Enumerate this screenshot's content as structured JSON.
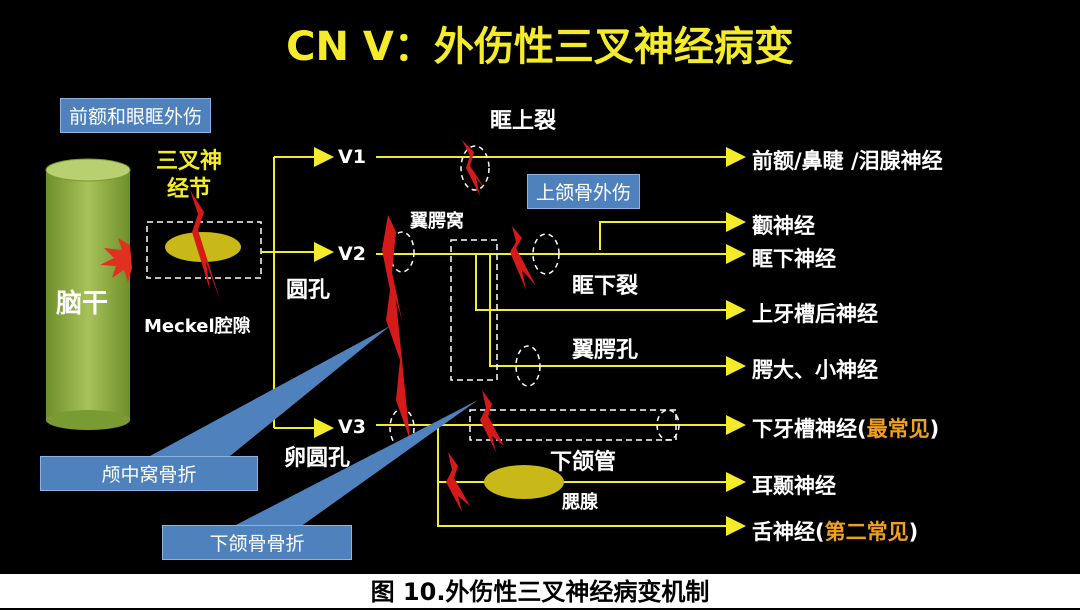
{
  "title": "CN V：外伤性三叉神经病变",
  "caption": "图 10.外伤性三叉神经病变机制",
  "labels": {
    "brainstem": "脑干",
    "ganglion": "三叉神\n经节",
    "meckel": "Meckel腔隙",
    "foramen_rotundum": "圆孔",
    "foramen_ovale": "卵圆孔",
    "sup_orbital_fissure": "眶上裂",
    "pterygopalatine_fossa": "翼腭窝",
    "inf_orbital_fissure": "眶下裂",
    "pterygopalatine_foramen": "翼腭孔",
    "mandibular_canal": "下颌管",
    "parotid": "腮腺"
  },
  "branches": {
    "v1": "V1",
    "v2": "V2",
    "v3": "V3"
  },
  "injury_boxes": {
    "frontal_orbital": "前额和眼眶外伤",
    "maxillary": "上颌骨外伤",
    "middle_fossa": "颅中窝骨折",
    "mandible": "下颌骨骨折"
  },
  "nerves": {
    "frontal": "前额/鼻睫 /泪腺神经",
    "zygomatic": "颧神经",
    "infraorbital": "眶下神经",
    "post_sup_alveolar": "上牙槽后神经",
    "palatine": "腭大、小神经",
    "inf_alveolar": "下牙槽神经(",
    "inf_alveolar_note": "最常见",
    "inf_alveolar_close": ")",
    "auriculotemporal": "耳颞神经",
    "lingual": "舌神经(",
    "lingual_note": "第二常见",
    "lingual_close": ")"
  },
  "colors": {
    "arrow": "#f4ec2a",
    "brainstem": "#8fae3c",
    "injury": "#e02020",
    "box": "#4f81bd"
  }
}
